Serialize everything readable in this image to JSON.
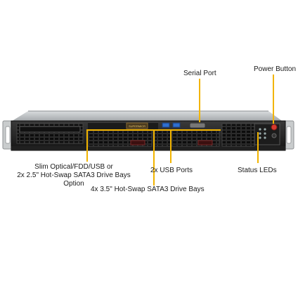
{
  "labels": {
    "serial_port": "Serial Port",
    "power_button": "Power Button",
    "slim_optical_line1": "Slim Optical/FDD/USB or",
    "slim_optical_line2": "2x 2.5\" Hot-Swap  SATA3 Drive Bays",
    "slim_optical_line3": "Option",
    "usb_ports": "2x USB Ports",
    "status_leds": "Status LEDs",
    "drive_bays_35": "4x 3.5\" Hot-Swap  SATA3 Drive Bays"
  },
  "brand_badge": "SUPERMICR",
  "colors": {
    "leader": "#f2b400",
    "chassis": "#2a2a2a",
    "chassis_top": "#bfc2c4",
    "usb_blue": "#2f6fd0",
    "power_red": "#d43a2f"
  }
}
